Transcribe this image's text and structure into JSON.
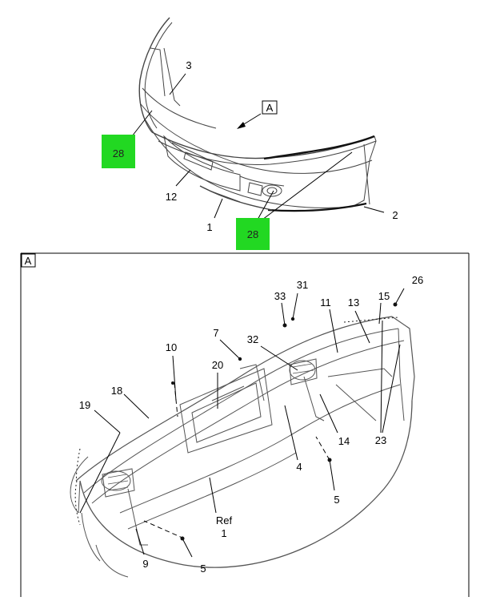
{
  "overview": {
    "view_marker": "A",
    "callouts": {
      "c1": "1",
      "c2": "2",
      "c3": "3",
      "c12": "12",
      "c28a": "28",
      "c28b": "28"
    },
    "highlight_color": "#22d822"
  },
  "detail": {
    "view_label": "A",
    "callouts": {
      "c26": "26",
      "c31": "31",
      "c33": "33",
      "c11": "11",
      "c13": "13",
      "c15": "15",
      "c7": "7",
      "c32": "32",
      "c10": "10",
      "c20": "20",
      "c18": "18",
      "c19": "19",
      "c14": "14",
      "c23": "23",
      "c4": "4",
      "c5a": "5",
      "c5b": "5",
      "c9": "9",
      "ref": "Ref",
      "ref1": "1"
    }
  }
}
